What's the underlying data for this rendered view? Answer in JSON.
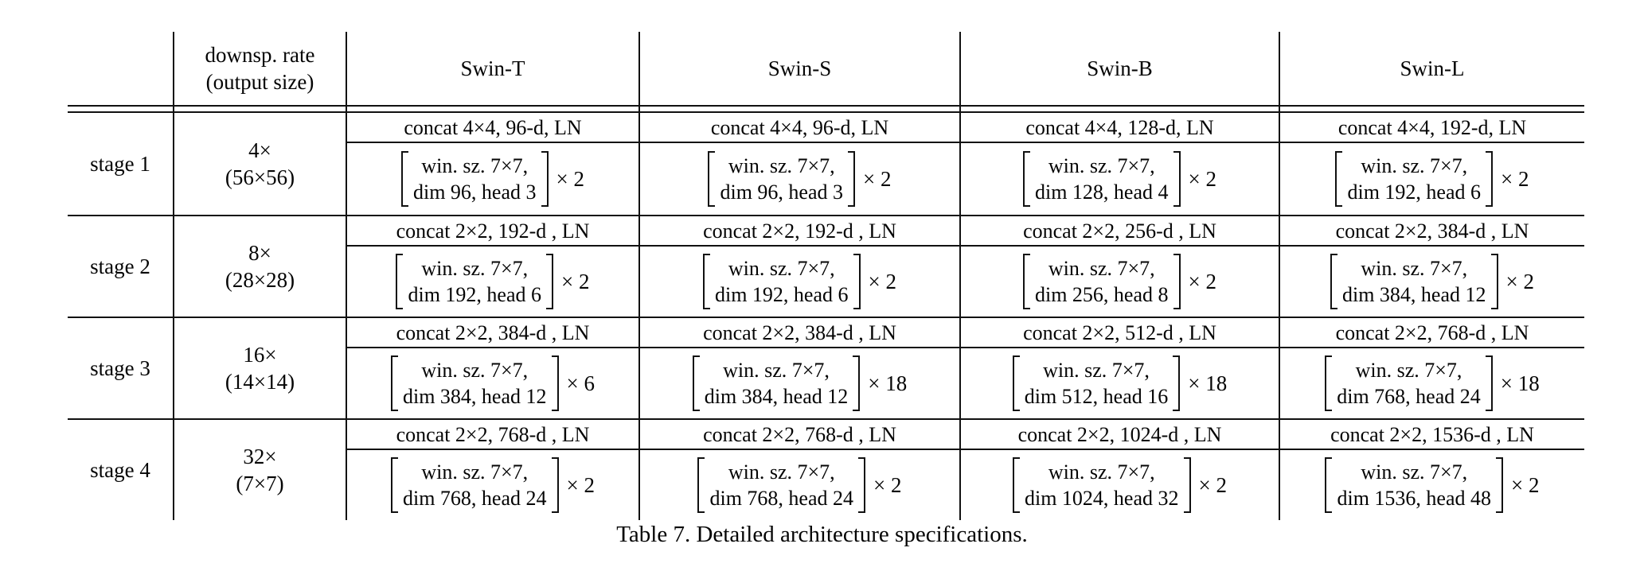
{
  "table": {
    "header": {
      "downsp_line1": "downsp. rate",
      "downsp_line2": "(output size)",
      "models": [
        "Swin-T",
        "Swin-S",
        "Swin-B",
        "Swin-L"
      ]
    },
    "stages": [
      {
        "label": "stage 1",
        "rate": "4×",
        "output": "(56×56)",
        "cells": [
          {
            "concat": "concat 4×4, 96-d, LN",
            "line1": "win. sz. 7×7,",
            "line2": "dim 96, head 3",
            "mult": "× 2"
          },
          {
            "concat": "concat 4×4, 96-d, LN",
            "line1": "win. sz. 7×7,",
            "line2": "dim 96, head 3",
            "mult": "× 2"
          },
          {
            "concat": "concat 4×4, 128-d, LN",
            "line1": "win. sz. 7×7,",
            "line2": "dim 128, head 4",
            "mult": "× 2"
          },
          {
            "concat": "concat 4×4, 192-d, LN",
            "line1": "win. sz. 7×7,",
            "line2": "dim 192, head 6",
            "mult": "× 2"
          }
        ]
      },
      {
        "label": "stage 2",
        "rate": "8×",
        "output": "(28×28)",
        "cells": [
          {
            "concat": "concat 2×2, 192-d , LN",
            "line1": "win. sz. 7×7,",
            "line2": "dim 192, head 6",
            "mult": "× 2"
          },
          {
            "concat": "concat 2×2, 192-d , LN",
            "line1": "win. sz. 7×7,",
            "line2": "dim 192, head 6",
            "mult": "× 2"
          },
          {
            "concat": "concat 2×2, 256-d , LN",
            "line1": "win. sz. 7×7,",
            "line2": "dim 256, head 8",
            "mult": "× 2"
          },
          {
            "concat": "concat 2×2, 384-d , LN",
            "line1": "win. sz. 7×7,",
            "line2": "dim 384, head 12",
            "mult": "× 2"
          }
        ]
      },
      {
        "label": "stage 3",
        "rate": "16×",
        "output": "(14×14)",
        "cells": [
          {
            "concat": "concat 2×2, 384-d , LN",
            "line1": "win. sz. 7×7,",
            "line2": "dim 384, head 12",
            "mult": "× 6"
          },
          {
            "concat": "concat 2×2, 384-d , LN",
            "line1": "win. sz. 7×7,",
            "line2": "dim 384, head 12",
            "mult": "× 18"
          },
          {
            "concat": "concat 2×2, 512-d , LN",
            "line1": "win. sz. 7×7,",
            "line2": "dim 512, head 16",
            "mult": "× 18"
          },
          {
            "concat": "concat 2×2, 768-d , LN",
            "line1": "win. sz. 7×7,",
            "line2": "dim 768, head 24",
            "mult": "× 18"
          }
        ]
      },
      {
        "label": "stage 4",
        "rate": "32×",
        "output": "(7×7)",
        "cells": [
          {
            "concat": "concat 2×2, 768-d , LN",
            "line1": "win. sz. 7×7,",
            "line2": "dim 768, head 24",
            "mult": "× 2"
          },
          {
            "concat": "concat 2×2, 768-d , LN",
            "line1": "win. sz. 7×7,",
            "line2": "dim 768, head 24",
            "mult": "× 2"
          },
          {
            "concat": "concat 2×2, 1024-d , LN",
            "line1": "win. sz. 7×7,",
            "line2": "dim 1024, head 32",
            "mult": "× 2"
          },
          {
            "concat": "concat 2×2, 1536-d , LN",
            "line1": "win. sz. 7×7,",
            "line2": "dim 1536, head 48",
            "mult": "× 2"
          }
        ]
      }
    ]
  },
  "caption": "Table 7. Detailed architecture specifications."
}
